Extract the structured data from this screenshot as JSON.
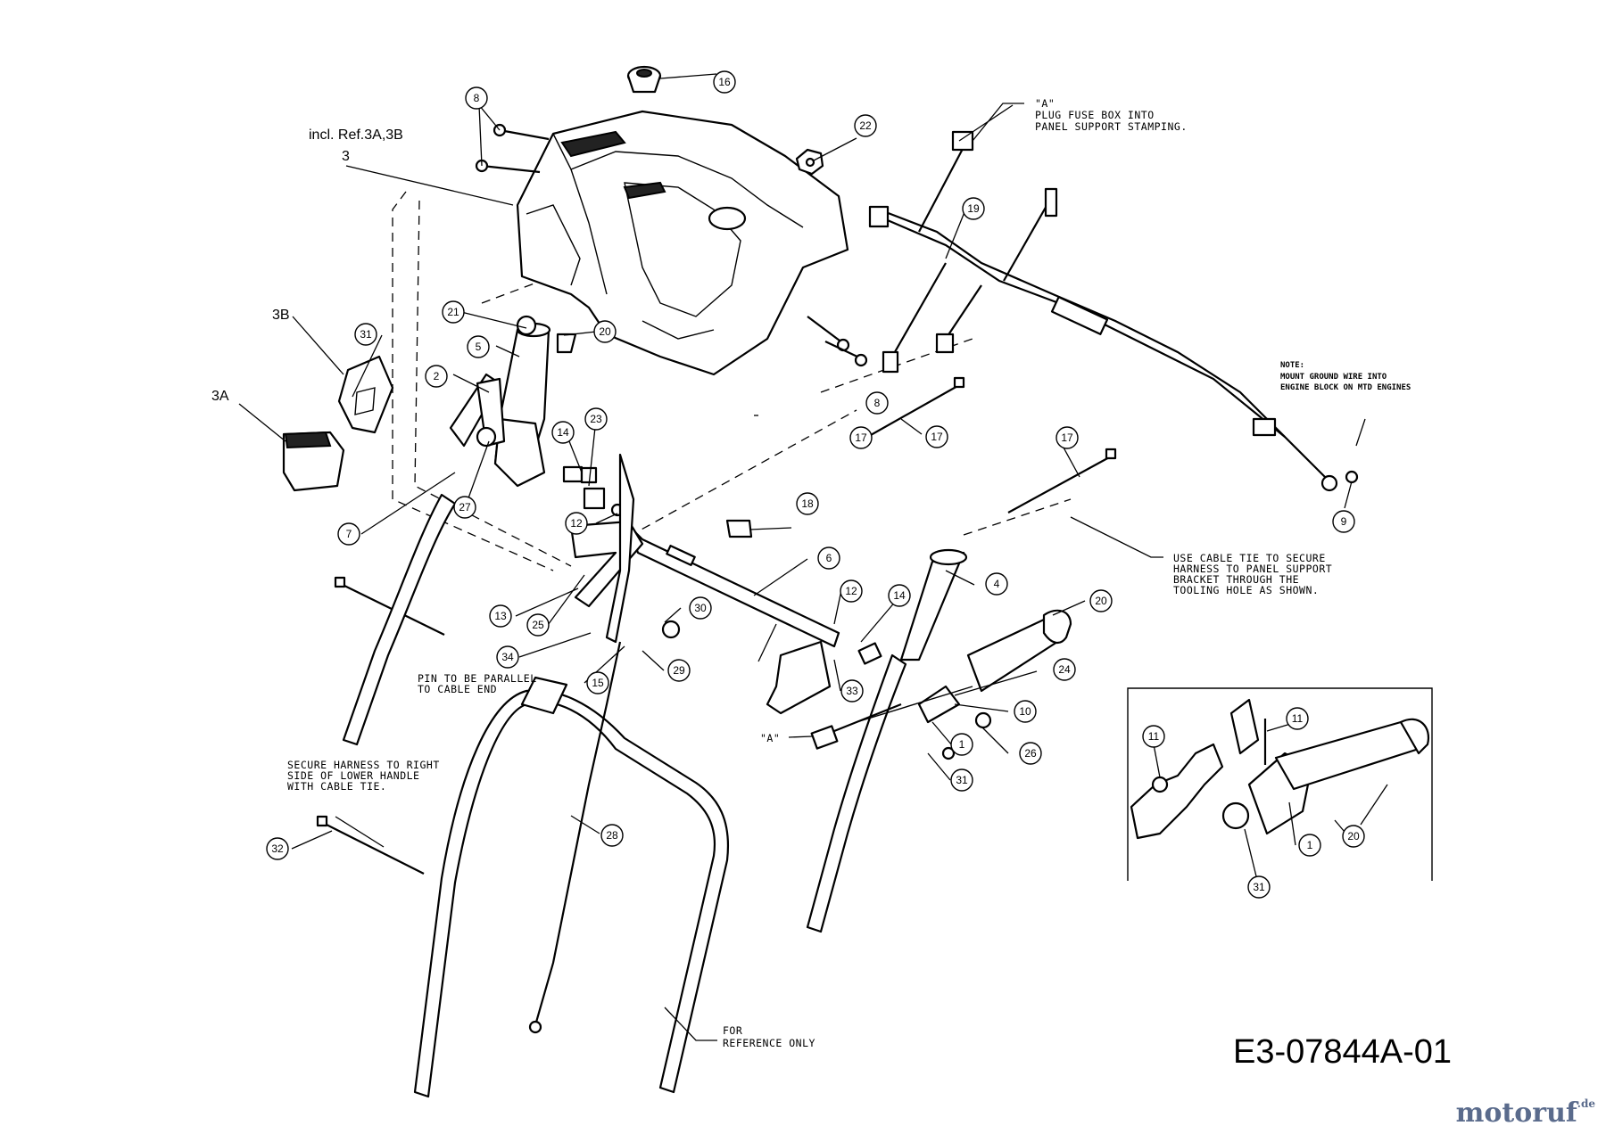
{
  "diagram": {
    "drawing_code": "E3-07844A-01",
    "labels": {
      "incl": "incl. Ref.3A,3B",
      "ref3": "3",
      "ref3A": "3A",
      "ref3B": "3B",
      "a_marker": "\"A\""
    },
    "notes": {
      "plug_fuse": [
        "\"A\"",
        "PLUG FUSE BOX INTO",
        "PANEL SUPPORT STAMPING."
      ],
      "ground": [
        "NOTE:",
        "MOUNT GROUND WIRE INTO",
        "ENGINE BLOCK ON MTD ENGINES"
      ],
      "cable_tie": [
        "USE CABLE TIE TO SECURE",
        "HARNESS TO PANEL SUPPORT",
        "BRACKET THROUGH THE",
        "TOOLING HOLE AS SHOWN."
      ],
      "pin": [
        "PIN TO BE PARALLEL",
        "TO CABLE END"
      ],
      "secure_harness": [
        "SECURE HARNESS TO RIGHT",
        "SIDE OF LOWER HANDLE",
        "WITH CABLE TIE."
      ],
      "reference": [
        "FOR",
        "REFERENCE ONLY"
      ]
    },
    "callouts": [
      "16",
      "8",
      "22",
      "19",
      "21",
      "20",
      "5",
      "31",
      "2",
      "14",
      "23",
      "17",
      "17",
      "18",
      "12",
      "6",
      "12",
      "14",
      "4",
      "20",
      "13",
      "25",
      "30",
      "34",
      "15",
      "29",
      "33",
      "24",
      "10",
      "1",
      "26",
      "31",
      "7",
      "27",
      "28",
      "32",
      "17",
      "9",
      "8",
      "11",
      "11",
      "1",
      "20",
      "31"
    ]
  },
  "watermark": {
    "part1": "motoruf",
    "part2": "",
    "suffix": ".de"
  }
}
